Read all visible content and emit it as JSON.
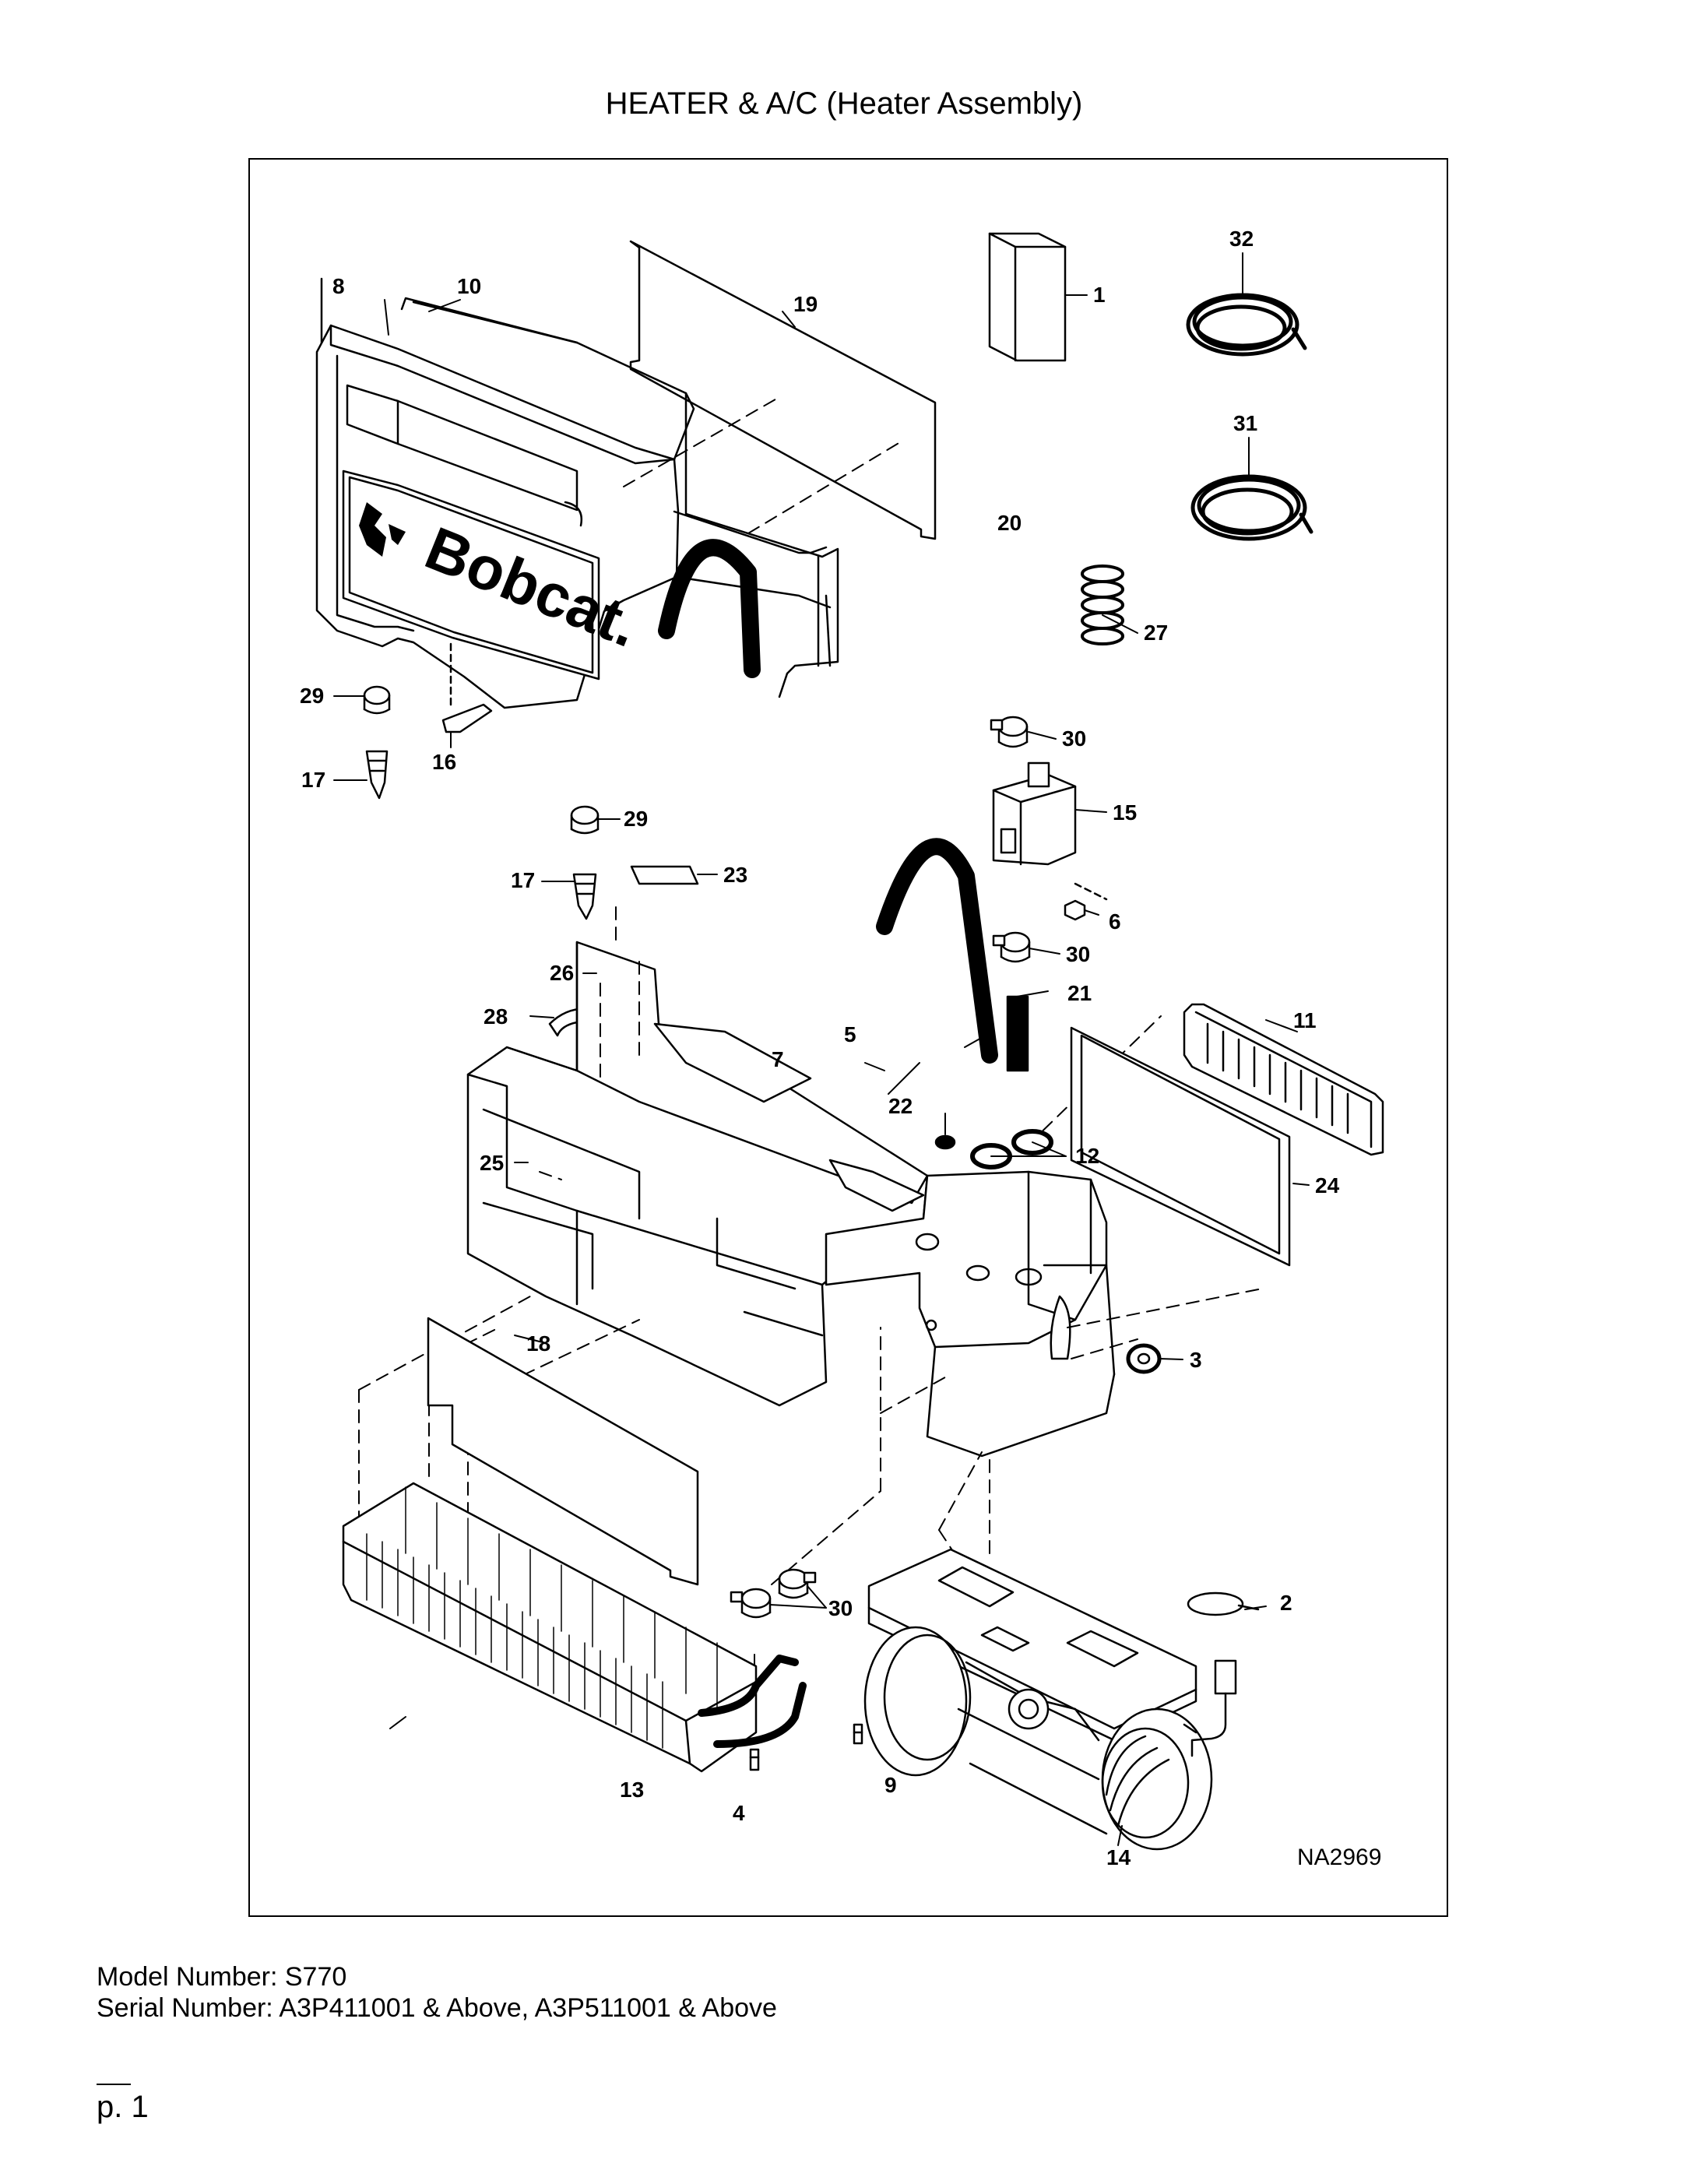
{
  "page": {
    "title": "HEATER & A/C (Heater Assembly)",
    "figure_id": "NA2969",
    "model_number": "Model Number: S770",
    "serial_number": "Serial Number: A3P411001 & Above, A3P511001 & Above",
    "page_number": "p. 1"
  },
  "callouts": {
    "c1": "1",
    "c2": "2",
    "c3": "3",
    "c4": "4",
    "c5": "5",
    "c6": "6",
    "c7": "7",
    "c8": "8",
    "c9": "9",
    "c10": "10",
    "c11": "11",
    "c12": "12",
    "c13": "13",
    "c14": "14",
    "c15": "15",
    "c16": "16",
    "c17a": "17",
    "c17b": "17",
    "c18": "18",
    "c19": "19",
    "c20": "20",
    "c21": "21",
    "c22": "22",
    "c23": "23",
    "c24": "24",
    "c25": "25",
    "c26": "26",
    "c27": "27",
    "c28": "28",
    "c29a": "29",
    "c29b": "29",
    "c30a": "30",
    "c30b": "30",
    "c30c": "30",
    "c31": "31",
    "c32": "32"
  },
  "logo_text": "Bobcat."
}
